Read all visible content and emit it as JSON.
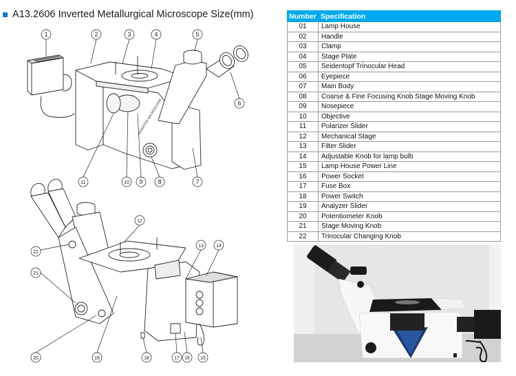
{
  "header": {
    "bullet_color": "#1677d2",
    "title": "A13.2606 Inverted Metallurgical Microscope Size(mm)"
  },
  "diagram": {
    "upper_view_callouts": [
      "1",
      "2",
      "3",
      "4",
      "5",
      "6",
      "7",
      "8",
      "9",
      "10",
      "11"
    ],
    "lower_view_callouts": [
      "12",
      "13",
      "14",
      "15",
      "16",
      "17",
      "18",
      "19",
      "20",
      "21",
      "22"
    ],
    "body_label": "INVERTED MICROSCOPE"
  },
  "spec_table": {
    "header_color": "#00aaee",
    "columns": [
      "Number",
      "Specification"
    ],
    "rows": [
      {
        "number": "01",
        "spec": "Lamp House"
      },
      {
        "number": "02",
        "spec": "Handle"
      },
      {
        "number": "03",
        "spec": "Clamp"
      },
      {
        "number": "04",
        "spec": "Stage Plate"
      },
      {
        "number": "05",
        "spec": "Seidentopf Trinocular Head"
      },
      {
        "number": "06",
        "spec": "Eyepiece"
      },
      {
        "number": "07",
        "spec": "Main Body"
      },
      {
        "number": "08",
        "spec": "Coarse & Fine Focusing Knob  Stage Moving Knob"
      },
      {
        "number": "09",
        "spec": "Nosepiece"
      },
      {
        "number": "10",
        "spec": "Objective"
      },
      {
        "number": "11",
        "spec": "Polarizer Slider"
      },
      {
        "number": "12",
        "spec": "Mechanical Stage"
      },
      {
        "number": "13",
        "spec": "Filter Slider"
      },
      {
        "number": "14",
        "spec": "Adjustable Knob for lamp bulb"
      },
      {
        "number": "15",
        "spec": "Lamp House Power Line"
      },
      {
        "number": "16",
        "spec": "Power Socket"
      },
      {
        "number": "17",
        "spec": "Fuse Box"
      },
      {
        "number": "18",
        "spec": "Power Switch"
      },
      {
        "number": "19",
        "spec": "Analyzer Slider"
      },
      {
        "number": "20",
        "spec": "Potentiometer Knob"
      },
      {
        "number": "21",
        "spec": "Stage Moving Knob"
      },
      {
        "number": "22",
        "spec": "Trinocular Changing Knob"
      }
    ]
  },
  "photo": {
    "subject": "inverted metallurgical microscope product photo"
  }
}
